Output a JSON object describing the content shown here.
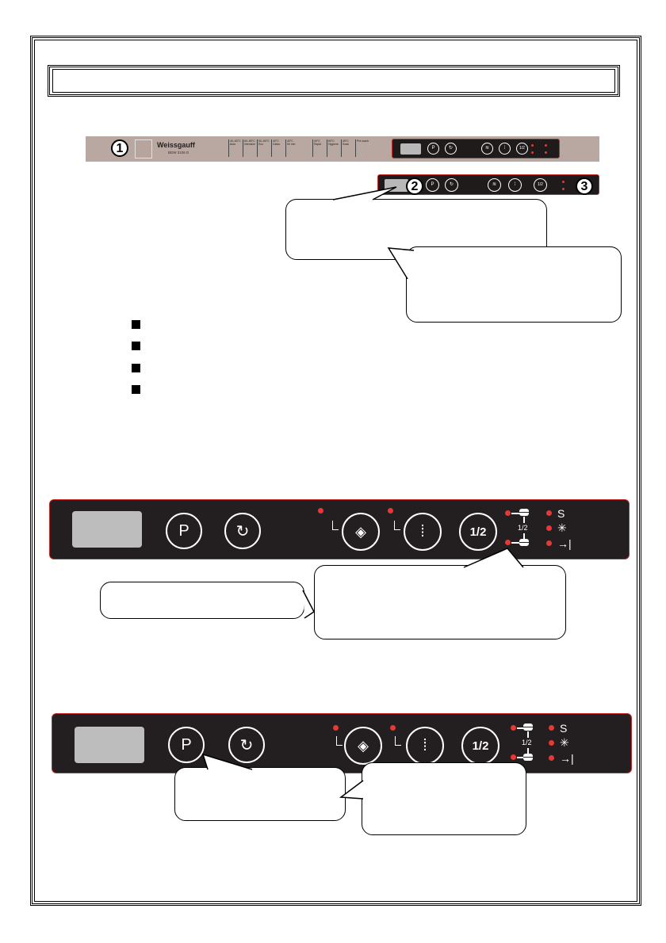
{
  "markers": {
    "one": "1",
    "two": "2",
    "three": "3"
  },
  "brand": {
    "name": "Weissgauff",
    "model": "BDW 3106 D"
  },
  "program_labels": [
    {
      "temp": "40–60°C",
      "name": "Auto"
    },
    {
      "temp": "60–65°C",
      "name": "Intensive"
    },
    {
      "temp": "50–60°C",
      "name": "Eco"
    },
    {
      "temp": "40°C",
      "name": "Glass"
    },
    {
      "temp": "40°C",
      "name": "90 min"
    },
    {
      "temp": "40°C",
      "name": "Rapid"
    },
    {
      "temp": "60°C",
      "name": "Hygiene"
    },
    {
      "temp": "45°C",
      "name": "Soak"
    },
    {
      "temp": "",
      "name": "Pre-wash"
    }
  ],
  "panel": {
    "program_button": "P",
    "half_load_button": "1/2",
    "half_load_indicator": "1/2"
  },
  "icons": {
    "program": "program-p-icon",
    "start": "start-rotate-icon",
    "tablet": "tablet-icon",
    "spray": "spray-icon",
    "half_load": "half-load-icon",
    "upper_basket": "upper-basket-icon",
    "lower_basket": "lower-basket-icon",
    "salt": "salt-icon",
    "rinse_aid": "rinse-aid-icon",
    "delay": "delay-icon"
  },
  "colors": {
    "panel_bg": "#231f20",
    "panel_border": "#c62828",
    "led": "#e53935",
    "display": "#bdbdbd",
    "strip": "#b9a8a1"
  }
}
